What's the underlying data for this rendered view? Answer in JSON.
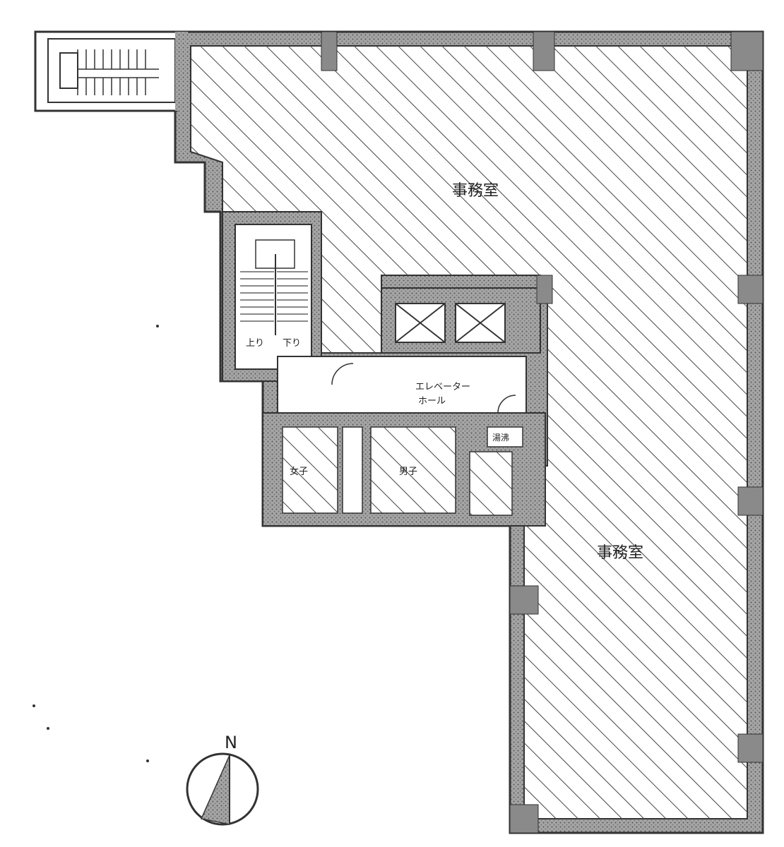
{
  "floor_plan": {
    "rooms": {
      "office_upper": {
        "label": "事務室"
      },
      "office_lower": {
        "label": "事務室"
      },
      "elevator_hall": {
        "label_line1": "エレベーター",
        "label_line2": "ホール"
      },
      "stair_main": {
        "label_up": "上り",
        "label_down": "下り"
      },
      "toilet_female": {
        "label": "女子"
      },
      "toilet_male": {
        "label": "男子"
      },
      "wc_small": {
        "label": "湯沸"
      }
    },
    "north_arrow": {
      "label": "N"
    },
    "colors": {
      "wall": "#9a9a9a",
      "wall_outline": "#3a3a3a",
      "hatch": "#444444",
      "background": "#ffffff"
    }
  }
}
